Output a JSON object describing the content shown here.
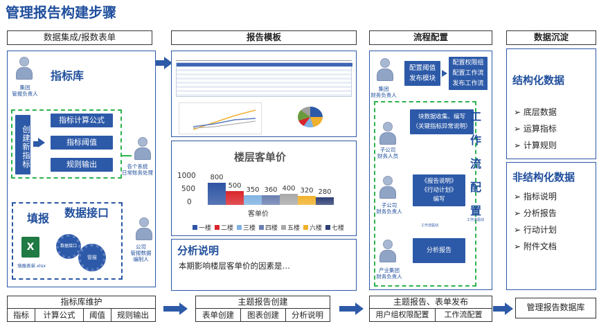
{
  "title": "管理报告构建步骤",
  "columns": {
    "c1": "数据集成/报数表单",
    "c2": "报告模板",
    "c3": "流程配置",
    "c4": "数据沉淀"
  },
  "col1": {
    "indicator_lib": "指标库",
    "group_manager": "集团\n管报负责人",
    "create_new": "创建新指标",
    "boxes": [
      "指标计算公式",
      "指标阈值",
      "规则输出"
    ],
    "system_user": "各个系统\n日常账务处理",
    "fill_report": "填报",
    "data_interface": "数据接口",
    "gear1": "数据接口",
    "gear2": "管报",
    "excel_label": "填报表单.xlsx",
    "company_user": "公司\n管报数据\n编制人"
  },
  "col2": {
    "chart_title": "楼层客单价",
    "analysis_title": "分析说明",
    "analysis_text": "本期影响楼层客单价的因素是…"
  },
  "chart_data": {
    "type": "bar",
    "title": "楼层客单价",
    "xlabel": "客单价",
    "ylabel": "",
    "ylim": [
      0,
      1000
    ],
    "yticks": [
      "1000",
      "500",
      "0"
    ],
    "series": [
      {
        "name": "一楼",
        "values": [
          800
        ],
        "color": "#2e54a3"
      },
      {
        "name": "二楼",
        "values": [
          500
        ],
        "color": "#d9262b"
      },
      {
        "name": "三楼",
        "values": [
          350
        ],
        "color": "#7fb2e2"
      },
      {
        "name": "四楼",
        "values": [
          360
        ],
        "color": "#6a7fb0"
      },
      {
        "name": "五楼",
        "values": [
          400
        ],
        "color": "#a8a8a8"
      },
      {
        "name": "六楼",
        "values": [
          320
        ],
        "color": "#f2b22c"
      },
      {
        "name": "七楼",
        "values": [
          280
        ],
        "color": "#2e3f73"
      }
    ],
    "data_labels": [
      "800",
      "500",
      "350",
      "360",
      "400",
      "320",
      "280"
    ]
  },
  "col3": {
    "group_finance": "集团\n财务负责人",
    "config_threshold": "配置阈值\n发布模块",
    "config_list": [
      "配置权限组",
      "配置工作流",
      "发布工作流"
    ],
    "block_collect": "块数据收集、编写\n（关键指标异常说明）",
    "sub_company_staff": "子公司\n财务人员",
    "report_write": "《报告说明》\n《行动计划》\n编写",
    "sub_company_lead": "子公司\n财务负责人",
    "analysis_report": "分析报告",
    "industry_group": "产业集团\n财务负责人",
    "workflow_vertical": [
      "工",
      "作",
      "流",
      "配",
      "置"
    ],
    "flow_small1": "工作流驱动",
    "flow_small2": "工作流驱动"
  },
  "col4": {
    "structured": "结构化数据",
    "structured_items": [
      "底层数据",
      "运算指标",
      "计算规则"
    ],
    "unstructured": "非结构化数据",
    "unstructured_items": [
      "指标说明",
      "分析报告",
      "行动计划",
      "附件文档"
    ]
  },
  "bottom": {
    "b1_title": "指标库维护",
    "b1_cells": [
      "指标",
      "计算公式",
      "阈值",
      "规则输出"
    ],
    "b2_title": "主题报告创建",
    "b2_cells": [
      "表单创建",
      "图表创建",
      "分析说明"
    ],
    "b3_title": "主题报告、表单发布",
    "b3_cells": [
      "用户组权限配置",
      "工作流配置"
    ],
    "b4_title": "管理报告数据库"
  }
}
